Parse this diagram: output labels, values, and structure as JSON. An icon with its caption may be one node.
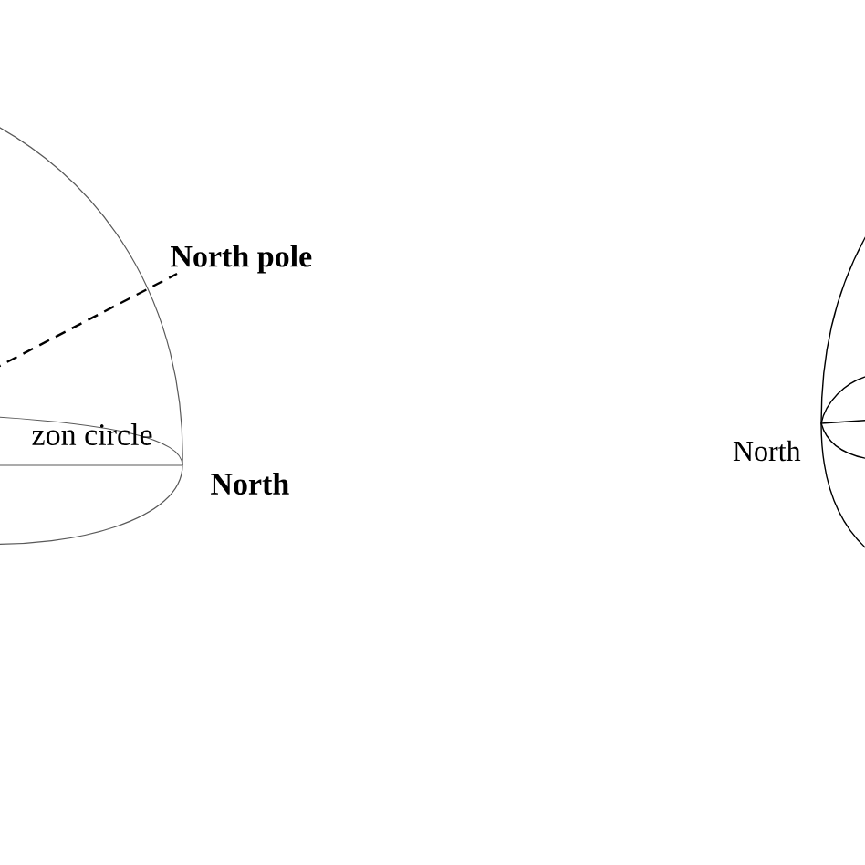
{
  "diagram": {
    "labels": [
      "North pole",
      "zon circle",
      "North",
      "North"
    ]
  }
}
